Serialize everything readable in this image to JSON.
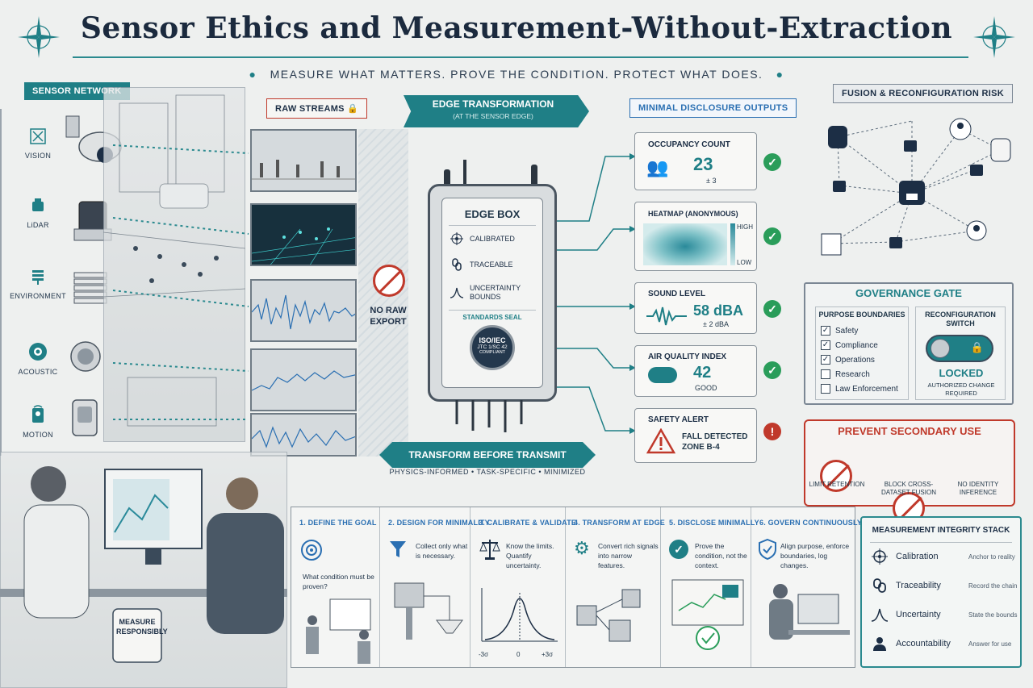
{
  "title": "Sensor Ethics and Measurement-Without-Extraction",
  "subtitle": "MEASURE WHAT MATTERS. PROVE THE CONDITION. PROTECT WHAT DOES.",
  "sensor_network": {
    "label": "SENSOR NETWORK",
    "items": [
      {
        "label": "VISION",
        "icon": "eye-icon"
      },
      {
        "label": "LiDAR",
        "icon": "lidar-icon"
      },
      {
        "label": "ENVIRONMENT",
        "icon": "weather-station-icon"
      },
      {
        "label": "ACOUSTIC",
        "icon": "microphone-icon"
      },
      {
        "label": "MOTION",
        "icon": "motion-sensor-icon"
      }
    ]
  },
  "raw_streams": {
    "label": "RAW STREAMS",
    "no_raw": "NO RAW EXPORT"
  },
  "edge_transformation": {
    "title": "EDGE TRANSFORMATION",
    "sub": "(AT THE SENSOR EDGE)"
  },
  "edge_box": {
    "title": "EDGE BOX",
    "rows": [
      "CALIBRATED",
      "TRACEABLE",
      "UNCERTAINTY BOUNDS"
    ],
    "seal_label": "STANDARDS SEAL",
    "seal_line1": "ISO/IEC",
    "seal_line2": "JTC 1/SC 42",
    "seal_line3": "COMPLIANT"
  },
  "transform": {
    "banner": "TRANSFORM BEFORE TRANSMIT",
    "caption": "PHYSICS-INFORMED  •  TASK-SPECIFIC  •  MINIMIZED"
  },
  "outputs": {
    "label": "MINIMAL DISCLOSURE OUTPUTS",
    "occupancy": {
      "title": "OCCUPANCY COUNT",
      "value": "23",
      "unc": "± 3"
    },
    "heatmap": {
      "title": "HEATMAP (ANONYMOUS)",
      "high": "HIGH",
      "low": "LOW"
    },
    "sound": {
      "title": "SOUND LEVEL",
      "value": "58 dBA",
      "unc": "± 2 dBA"
    },
    "air": {
      "title": "AIR QUALITY INDEX",
      "value": "42",
      "status": "GOOD"
    },
    "safety": {
      "title": "SAFETY ALERT",
      "line1": "FALL DETECTED",
      "line2": "ZONE B-4"
    }
  },
  "fusion": {
    "label": "FUSION & RECONFIGURATION RISK"
  },
  "governance": {
    "title": "GOVERNANCE GATE",
    "purpose_title": "PURPOSE BOUNDARIES",
    "purposes": [
      {
        "label": "Safety",
        "checked": true
      },
      {
        "label": "Compliance",
        "checked": true
      },
      {
        "label": "Operations",
        "checked": true
      },
      {
        "label": "Research",
        "checked": false
      },
      {
        "label": "Law Enforcement",
        "checked": false
      }
    ],
    "switch_title": "RECONFIGURATION SWITCH",
    "locked": "LOCKED",
    "authorized": "AUTHORIZED CHANGE REQUIRED"
  },
  "prevent": {
    "title": "PREVENT SECONDARY USE",
    "items": [
      {
        "label": "LIMIT RETENTION"
      },
      {
        "label": "BLOCK CROSS-DATASET FUSION"
      },
      {
        "label": "NO IDENTITY INFERENCE"
      }
    ]
  },
  "mug": {
    "line1": "MEASURE",
    "line2": "RESPONSIBLY"
  },
  "steps": [
    {
      "title": "1. DEFINE THE GOAL",
      "text": "What condition must be proven?"
    },
    {
      "title": "2. DESIGN FOR MINIMALITY",
      "text": "Collect only what is necessary."
    },
    {
      "title": "3. CALIBRATE & VALIDATE",
      "text": "Know the limits. Quantify uncertainty."
    },
    {
      "title": "4. TRANSFORM AT EDGE",
      "text": "Convert rich signals into narrow features."
    },
    {
      "title": "5. DISCLOSE MINIMALLY",
      "text": "Prove the condition, not the context."
    },
    {
      "title": "6. GOVERN CONTINUOUSLY",
      "text": "Align purpose, enforce boundaries, log changes."
    }
  ],
  "sigma": {
    "left": "-3σ",
    "mid": "0",
    "right": "+3σ"
  },
  "stack": {
    "title": "MEASUREMENT INTEGRITY STACK",
    "rows": [
      {
        "name": "Calibration",
        "desc": "Anchor to reality",
        "icon": "crosshair-icon"
      },
      {
        "name": "Traceability",
        "desc": "Record the chain",
        "icon": "chain-link-icon"
      },
      {
        "name": "Uncertainty",
        "desc": "State the bounds",
        "icon": "bell-curve-icon"
      },
      {
        "name": "Accountability",
        "desc": "Answer for use",
        "icon": "person-icon"
      }
    ]
  },
  "colors": {
    "teal": "#1f7f86",
    "navy": "#1c2e45",
    "red": "#c0392b",
    "green": "#2a9d5a",
    "blue": "#2a6fb2"
  }
}
